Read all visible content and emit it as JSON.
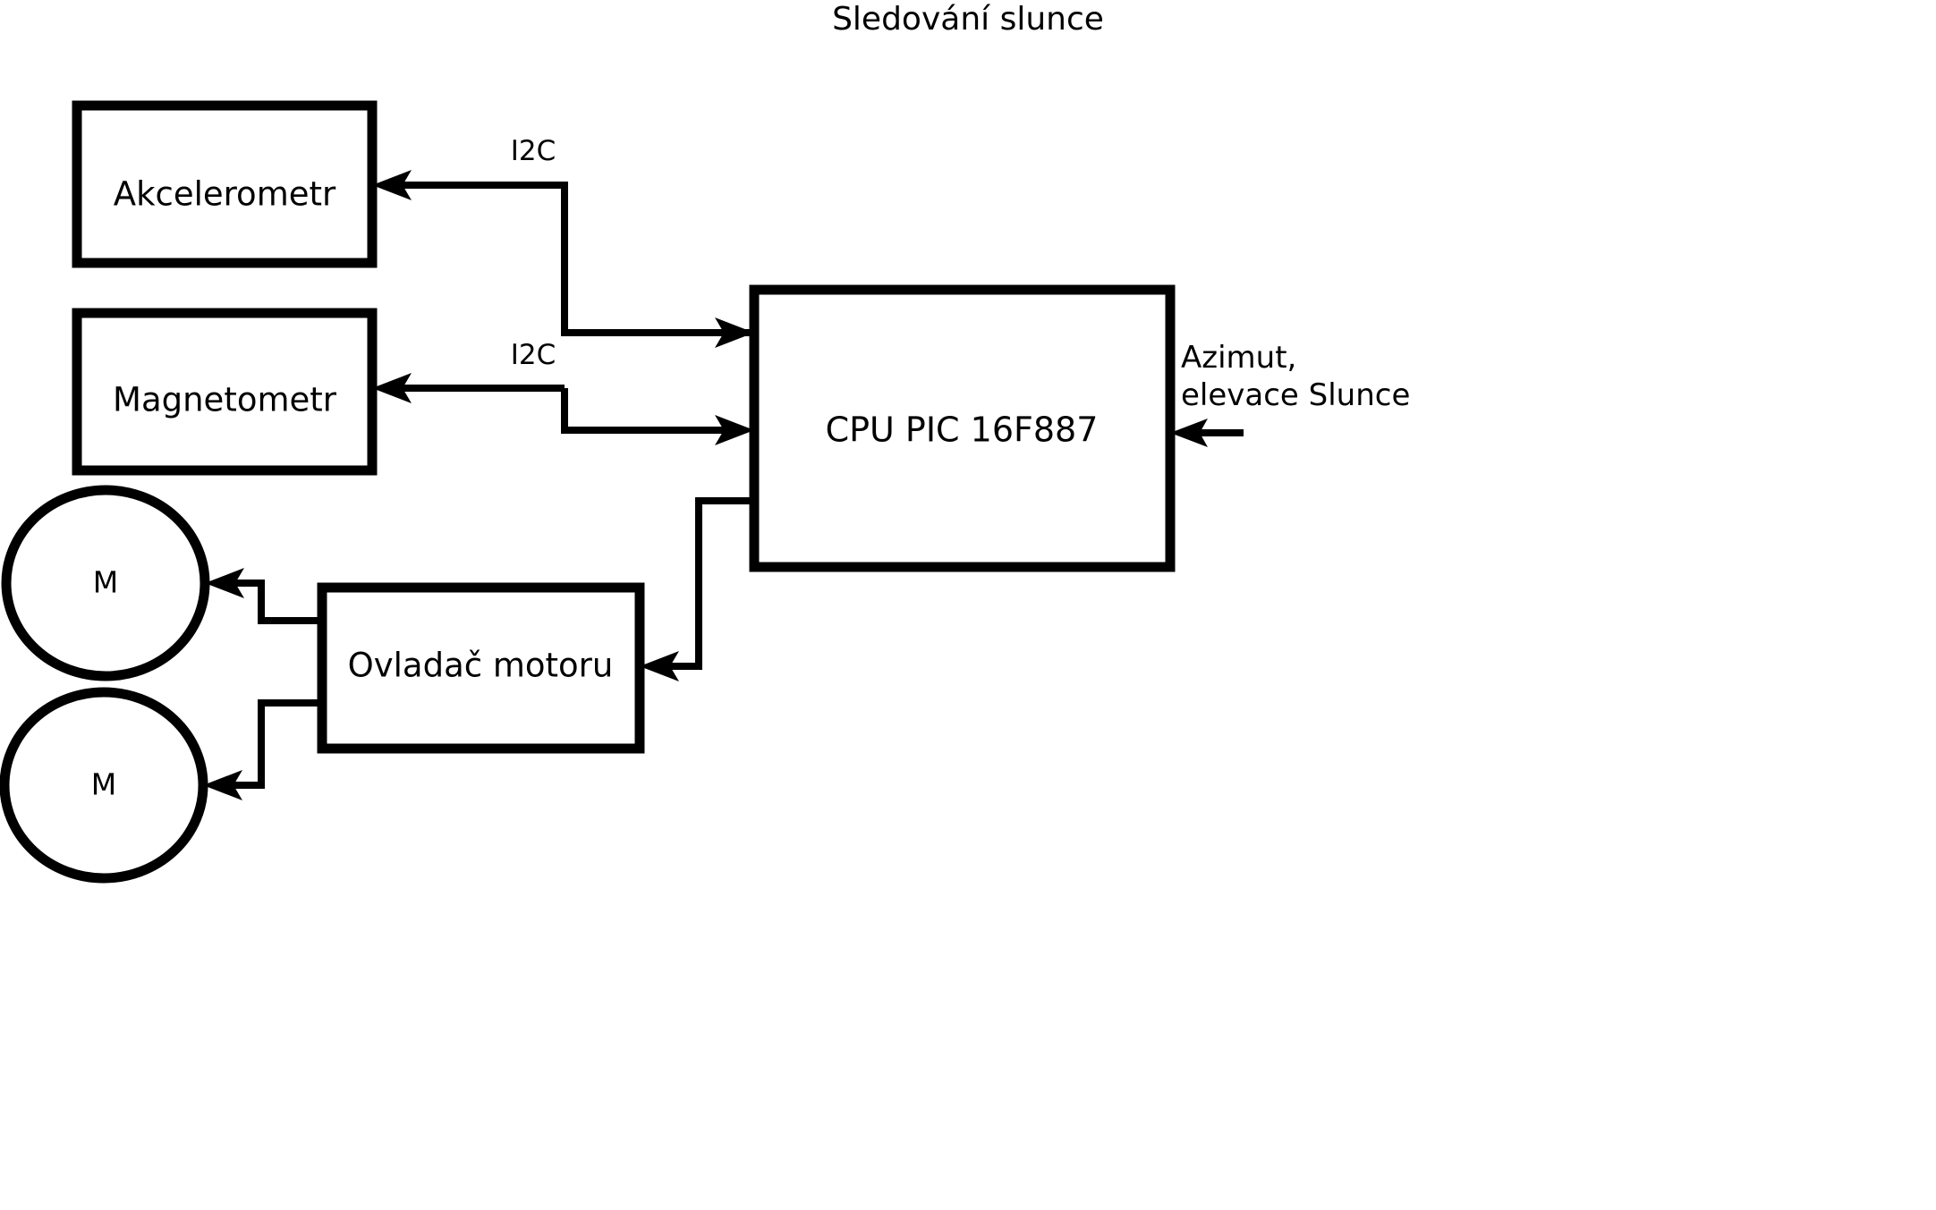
{
  "diagram": {
    "title": "Sledování slunce",
    "blocks": [
      {
        "id": "accelerometer",
        "label": "Akcelerometr",
        "shape": "rectangle"
      },
      {
        "id": "magnetometer",
        "label": "Magnetometr",
        "shape": "rectangle"
      },
      {
        "id": "cpu",
        "label": "CPU PIC 16F887",
        "shape": "rectangle"
      },
      {
        "id": "motor-driver",
        "label": "Ovladač motoru",
        "shape": "rectangle"
      },
      {
        "id": "motor-top",
        "label": "M",
        "shape": "circle"
      },
      {
        "id": "motor-bottom",
        "label": "M",
        "shape": "circle"
      }
    ],
    "connection_labels": {
      "accelerometer_bus": "I2C",
      "magnetometer_bus": "I2C",
      "sun_input_line1": "Azimut,",
      "sun_input_line2": "elevace Slunce"
    },
    "colors": {
      "stroke": "#000000",
      "background": "#ffffff",
      "text": "#000000"
    }
  }
}
